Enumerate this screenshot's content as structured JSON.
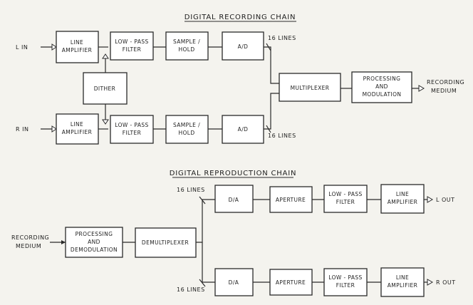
{
  "recording": {
    "title": "DIGITAL RECORDING CHAIN",
    "inputs": {
      "left": "L IN",
      "right": "R IN"
    },
    "left_channel": {
      "line_amplifier": [
        "LINE",
        "AMPLIFIER"
      ],
      "low_pass_filter": [
        "LOW - PASS",
        "FILTER"
      ],
      "sample_hold": [
        "SAMPLE /",
        "HOLD"
      ],
      "adc": [
        "A/D"
      ]
    },
    "right_channel": {
      "line_amplifier": [
        "LINE",
        "AMPLIFIER"
      ],
      "low_pass_filter": [
        "LOW - PASS",
        "FILTER"
      ],
      "sample_hold": [
        "SAMPLE /",
        "HOLD"
      ],
      "adc": [
        "A/D"
      ]
    },
    "dither": [
      "DITHER"
    ],
    "multiplexer": [
      "MULTIPLEXER"
    ],
    "processing_modulation": [
      "PROCESSING",
      "AND",
      "MODULATION"
    ],
    "bus_label_top": "16 LINES",
    "bus_label_bottom": "16 LINES",
    "output": [
      "RECORDING",
      "MEDIUM"
    ]
  },
  "reproduction": {
    "title": "DIGITAL REPRODUCTION CHAIN",
    "input": [
      "RECORDING",
      "MEDIUM"
    ],
    "processing_demodulation": [
      "PROCESSING",
      "AND",
      "DEMODULATION"
    ],
    "demultiplexer": [
      "DEMULTIPLEXER"
    ],
    "bus_label_top": "16 LINES",
    "bus_label_bottom": "16 LINES",
    "left_channel": {
      "dac": [
        "D/A"
      ],
      "aperture": [
        "APERTURE"
      ],
      "low_pass_filter": [
        "LOW - PASS",
        "FILTER"
      ],
      "line_amplifier": [
        "LINE",
        "AMPLIFIER"
      ]
    },
    "right_channel": {
      "dac": [
        "D/A"
      ],
      "aperture": [
        "APERTURE"
      ],
      "low_pass_filter": [
        "LOW - PASS",
        "FILTER"
      ],
      "line_amplifier": [
        "LINE",
        "AMPLIFIER"
      ]
    },
    "outputs": {
      "left": "L OUT",
      "right": "R OUT"
    }
  },
  "colors": {
    "ink": "#2a2a2a",
    "paper": "#f4f3ee",
    "box_fill": "#ffffff"
  }
}
